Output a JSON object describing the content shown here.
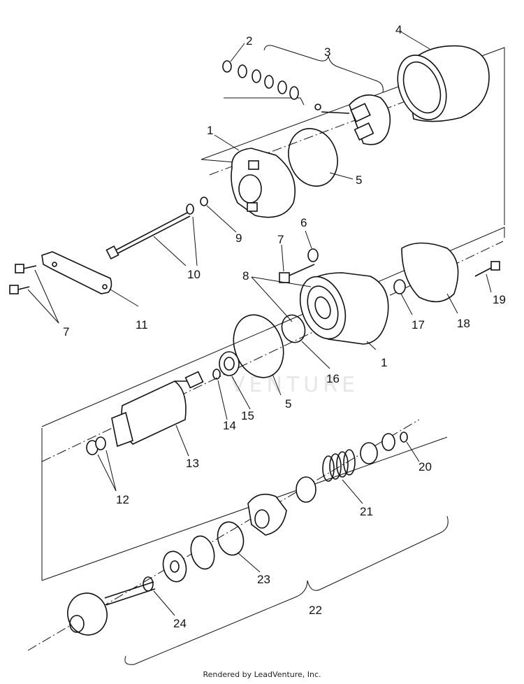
{
  "watermark": "VENTURE",
  "footer": "Rendered by LeadVenture, Inc.",
  "labels": {
    "l1a": "1",
    "l1b": "1",
    "l2": "2",
    "l3": "3",
    "l4": "4",
    "l5a": "5",
    "l5b": "5",
    "l6": "6",
    "l7a": "7",
    "l7b": "7",
    "l8": "8",
    "l9": "9",
    "l10": "10",
    "l11": "11",
    "l12": "12",
    "l13": "13",
    "l14": "14",
    "l15": "15",
    "l16": "16",
    "l17": "17",
    "l18": "18",
    "l19": "19",
    "l20": "20",
    "l21": "21",
    "l22": "22",
    "l23": "23",
    "l24": "24"
  }
}
